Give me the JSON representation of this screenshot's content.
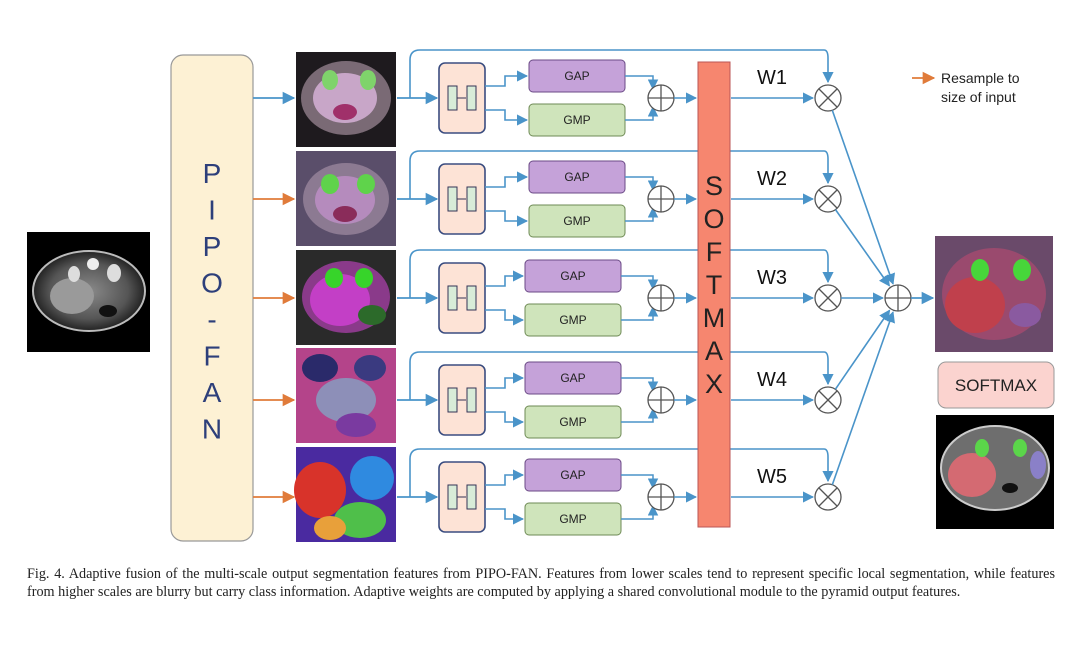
{
  "figure": {
    "backbone_letters": [
      "P",
      "I",
      "P",
      "O",
      "-",
      "F",
      "A",
      "N"
    ],
    "gap_label": "GAP",
    "gmp_label": "GMP",
    "softmax_letters": [
      "S",
      "O",
      "F",
      "T",
      "M",
      "A",
      "X"
    ],
    "weights": [
      "W1",
      "W2",
      "W3",
      "W4",
      "W5"
    ],
    "legend_text_line1": "Resample to",
    "legend_text_line2": "size of input",
    "output_softmax_label": "SOFTMAX",
    "colors": {
      "backbone_fill": "#fdf1d4",
      "conv_fill": "#fde3d6",
      "gap_fill": "#c5a2d9",
      "gmp_fill": "#cfe4bb",
      "softmax_fill": "#f6866f",
      "output_softmax_fill": "#fbd3cf",
      "blue_arrow": "#4a94c9",
      "orange_arrow": "#e07b3a"
    }
  },
  "caption": {
    "text": "Fig. 4.  Adaptive fusion of the multi-scale output segmentation features from PIPO-FAN. Features from lower scales tend to represent specific local segmentation, while features from higher scales are blurry but carry class information. Adaptive weights are computed by applying a shared convolutional module to the pyramid output features."
  }
}
